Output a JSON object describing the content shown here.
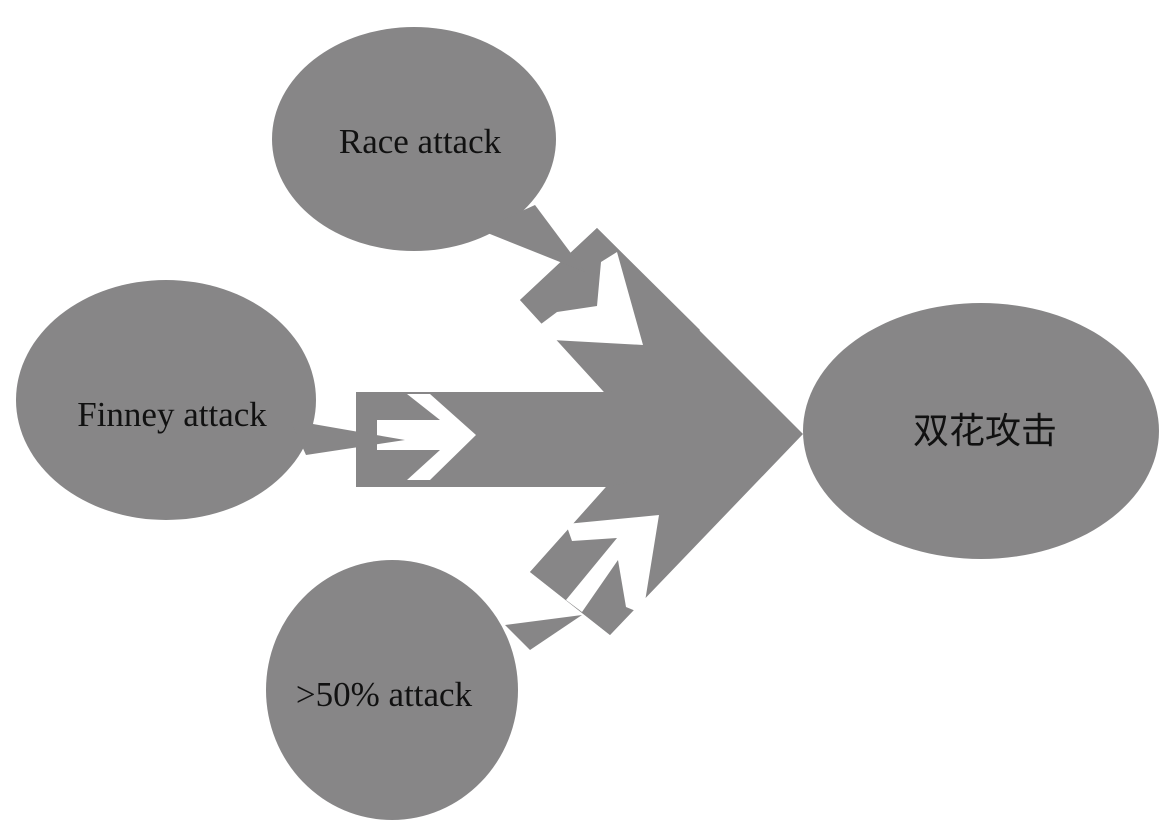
{
  "diagram": {
    "sources": [
      {
        "id": "race",
        "label": "Race attack"
      },
      {
        "id": "finney",
        "label": "Finney attack"
      },
      {
        "id": "majority",
        "label": ">50% attack"
      }
    ],
    "result": {
      "label": "双花攻击"
    },
    "colors": {
      "shape_fill": "#878687",
      "arrow_fill": "#ffffff",
      "text": "#111111",
      "background": "#ffffff"
    }
  }
}
